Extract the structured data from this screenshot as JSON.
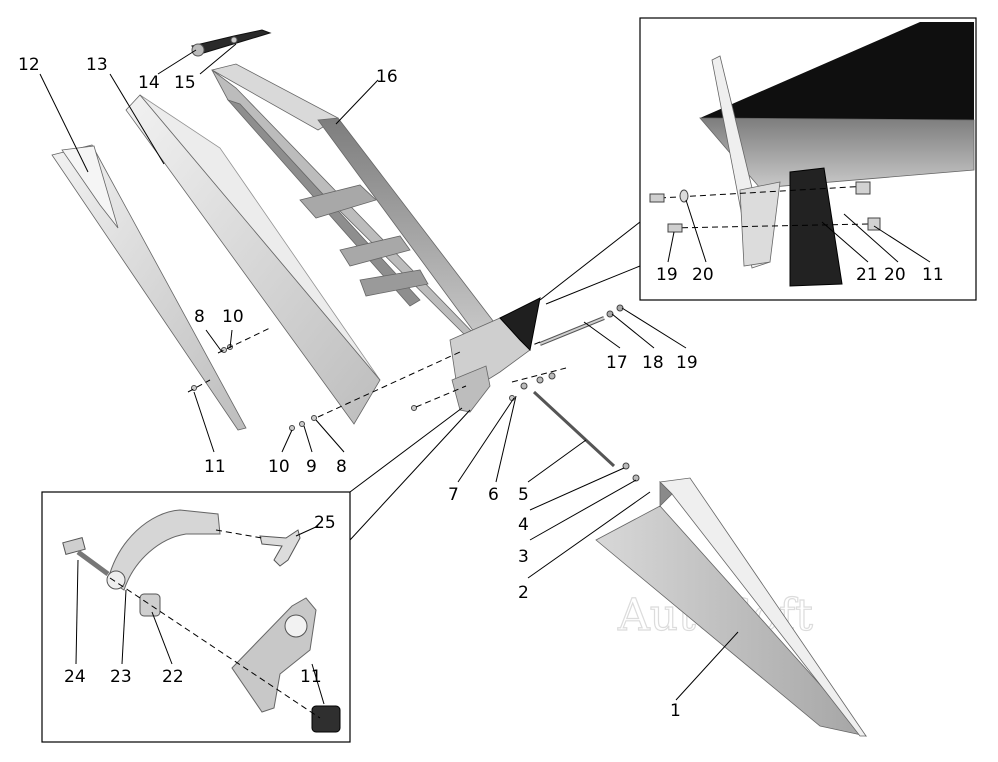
{
  "watermark": "AutoSoft",
  "callouts": {
    "c1": "1",
    "c2": "2",
    "c3": "3",
    "c4": "4",
    "c5": "5",
    "c6": "6",
    "c7": "7",
    "c8a": "8",
    "c8b": "8",
    "c9": "9",
    "c10a": "10",
    "c10b": "10",
    "c11a": "11",
    "c11b": "11",
    "c11c": "11",
    "c12": "12",
    "c13": "13",
    "c14": "14",
    "c15": "15",
    "c16": "16",
    "c17": "17",
    "c18": "18",
    "c19a": "19",
    "c19b": "19",
    "c20a": "20",
    "c20b": "20",
    "c21": "21",
    "c22": "22",
    "c23": "23",
    "c24": "24",
    "c25": "25"
  },
  "colors": {
    "panel_light": "#e6e6e6",
    "panel_mid": "#c8c8c8",
    "panel_dark": "#9a9a9a",
    "black_part": "#1a1a1a",
    "dark_part": "#2b2b2b"
  }
}
